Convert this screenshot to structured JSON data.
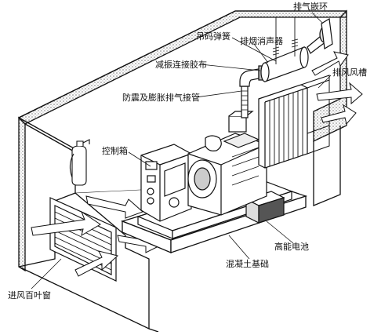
{
  "labels": {
    "exhaust_ring": "排气嵌环",
    "hanger_spring": "吊码弹簧",
    "exhaust_muffler": "排烟消声器",
    "damping_rubber": "减振连接胶布",
    "exhaust_vent": "排风风槽",
    "anti_vibration_pipe": "防震及膨胀排气接管",
    "control_box": "控制箱",
    "battery": "高能电池",
    "concrete_base": "混凝土基础",
    "intake_louver": "进风百叶窗"
  },
  "colors": {
    "line": "#111111",
    "wall_fill": "#ffffff",
    "insulation_dots": "#8a8a8a",
    "airflow_arrow": "#ffffff"
  }
}
